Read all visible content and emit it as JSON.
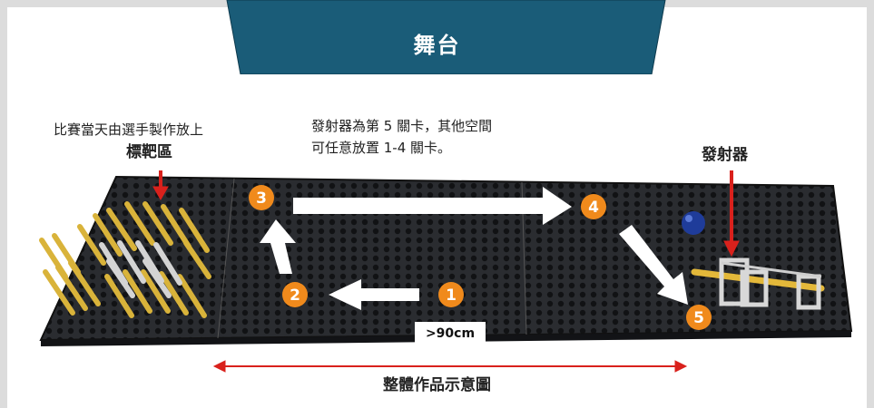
{
  "title": "舞台",
  "labels": {
    "target_line1": "比賽當天由選手製作放上",
    "target_line2": "標靶區",
    "note_line1": "發射器為第 5 關卡，其他空間",
    "note_line2": "可任意放置 1-4 關卡。",
    "launcher": "發射器",
    "size": ">90cm",
    "caption": "整體作品示意圖"
  },
  "markers": [
    "1",
    "2",
    "3",
    "4",
    "5"
  ],
  "colors": {
    "banner": "#1a5c78",
    "marker": "#f08a1c",
    "arrow_red": "#d9211c",
    "board": "#1d1f22"
  }
}
